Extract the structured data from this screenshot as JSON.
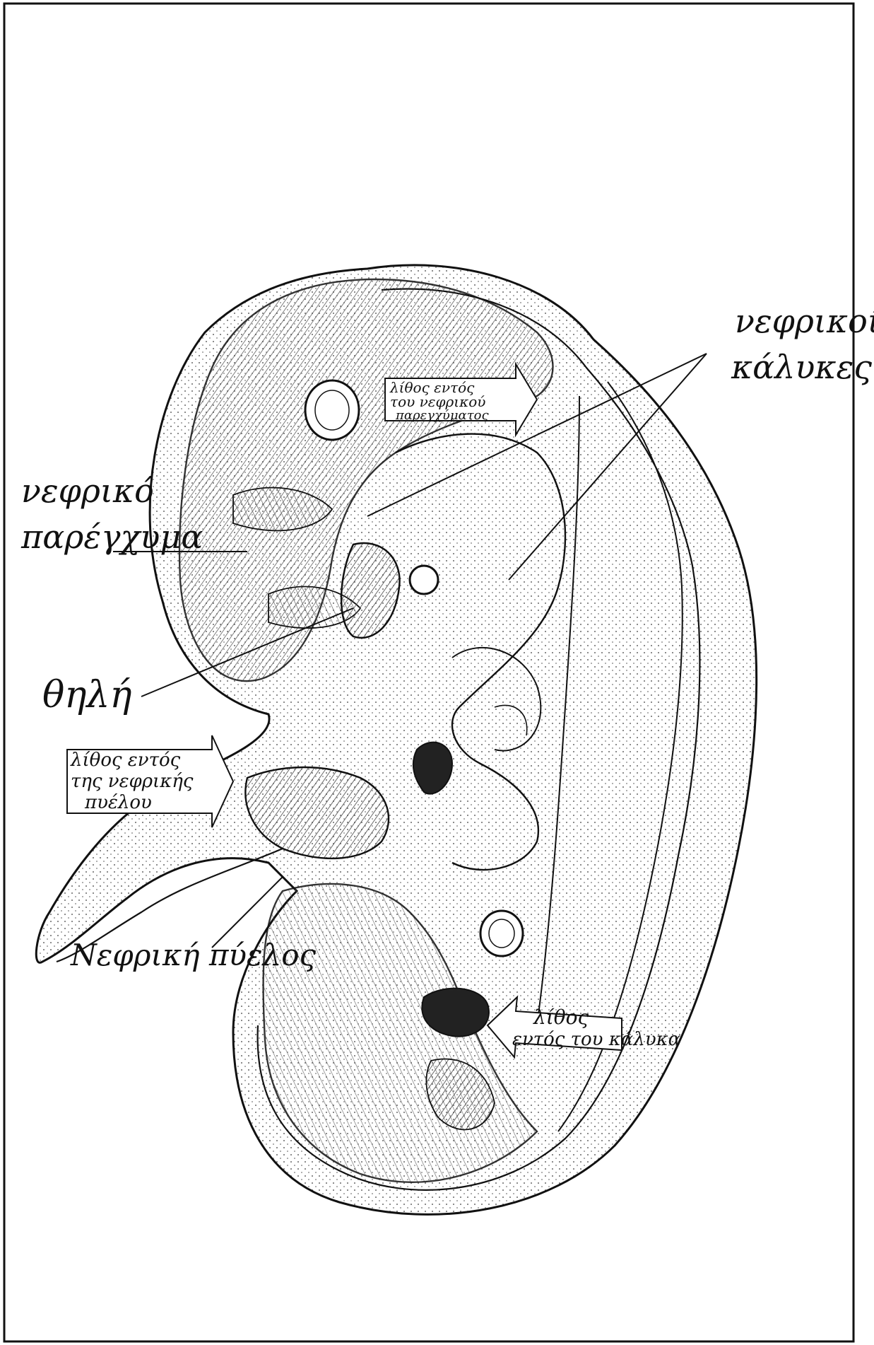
{
  "labels": {
    "calyces_l1": "νεφρικοί",
    "calyces_l2": "κάλυκες",
    "parenchyma_l1": "νεφρικό",
    "parenchyma_l2": "παρέγχυμα",
    "papilla": "θηλή",
    "stone_pelvis_l1": "λίθος εντός",
    "stone_pelvis_l2": "της νεφρικής",
    "stone_pelvis_l3": "πυέλου",
    "pelvis": "Νεφρική πύελος",
    "stone_calyx_l1": "λίθος",
    "stone_calyx_l2": "εντός του κάλυκα",
    "stone_parenchyma_l1": "λίθος εντός",
    "stone_parenchyma_l2": "του νεφρικού",
    "stone_parenchyma_l3": "παρεγχύματος"
  },
  "colors": {
    "ink": "#111111",
    "paper": "#ffffff",
    "hatch": "#333333"
  }
}
